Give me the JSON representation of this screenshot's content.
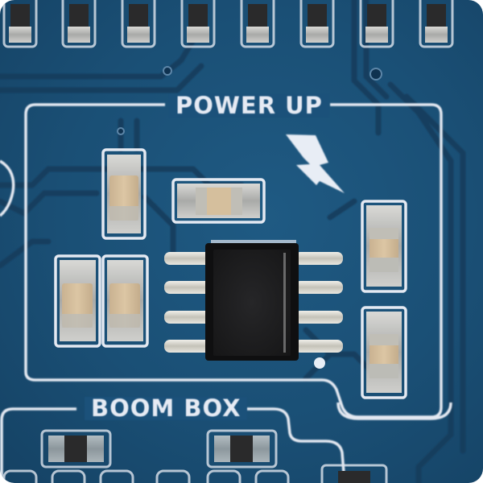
{
  "scene": {
    "subject": "blue printed circuit board close-up",
    "board_color": "#1b507a",
    "trace_color": "#133f61",
    "silkscreen_color": "#e4e9f2"
  },
  "silkscreen": {
    "section_top_label": "POWER UP",
    "section_bottom_label": "BOOM BOX",
    "power_symbol": "lightning-bolt"
  },
  "components": {
    "ic": {
      "package": "SOIC-8",
      "pins_per_side": 4,
      "color": "#1c1c1e"
    },
    "capacitors_in_section": 6,
    "top_row_components": 8,
    "bottom_row_components": 2
  }
}
